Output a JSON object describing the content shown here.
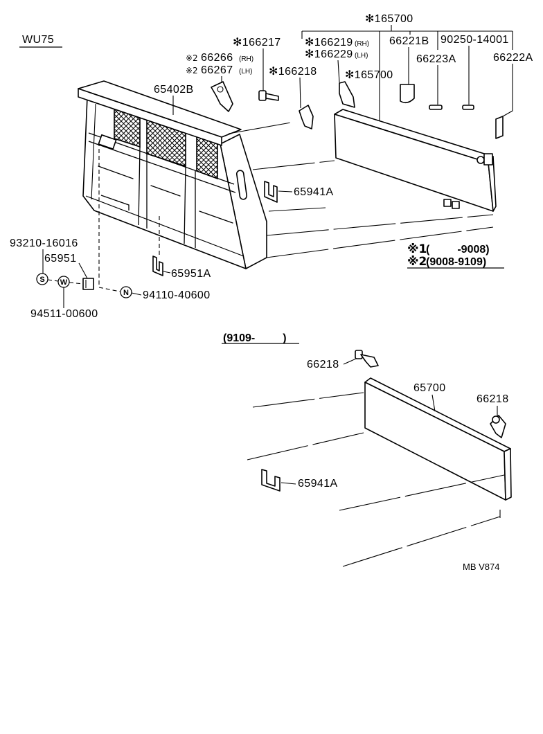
{
  "model_code": "WU75",
  "top": {
    "group_165700": "✻165700",
    "p166217": "✻166217",
    "p66266": {
      "note": "※2",
      "part": "66266",
      "side": "(RH)"
    },
    "p66267": {
      "note": "※2",
      "part": "66267",
      "side": "(LH)"
    },
    "p166219": {
      "part": "✻166219",
      "side": "(RH)"
    },
    "p166229": {
      "part": "✻166229",
      "side": "(LH)"
    },
    "p166218": "✻166218",
    "p165700": "✻165700",
    "p66221B": "66221B",
    "p90250": "90250-14001",
    "p66223A": "66223A",
    "p66222A": "66222A",
    "p65402B": "65402B",
    "p65941A": "65941A",
    "p93210": "93210-16016",
    "p65951": "65951",
    "p65951A": "65951A",
    "p94110": "94110-40600",
    "p94511": "94511-00600",
    "mark_s": "S",
    "mark_w": "W",
    "mark_n": "N"
  },
  "legend": [
    {
      "mark": "※1",
      "range": "(         -9008)"
    },
    {
      "mark": "※2",
      "range": "(9008-9109)"
    }
  ],
  "bottom": {
    "range": "(9109-         )",
    "p66218_left": "66218",
    "p65700": "65700",
    "p66218_right": "66218",
    "p65941A": "65941A"
  },
  "diagram_code": "MB V874"
}
